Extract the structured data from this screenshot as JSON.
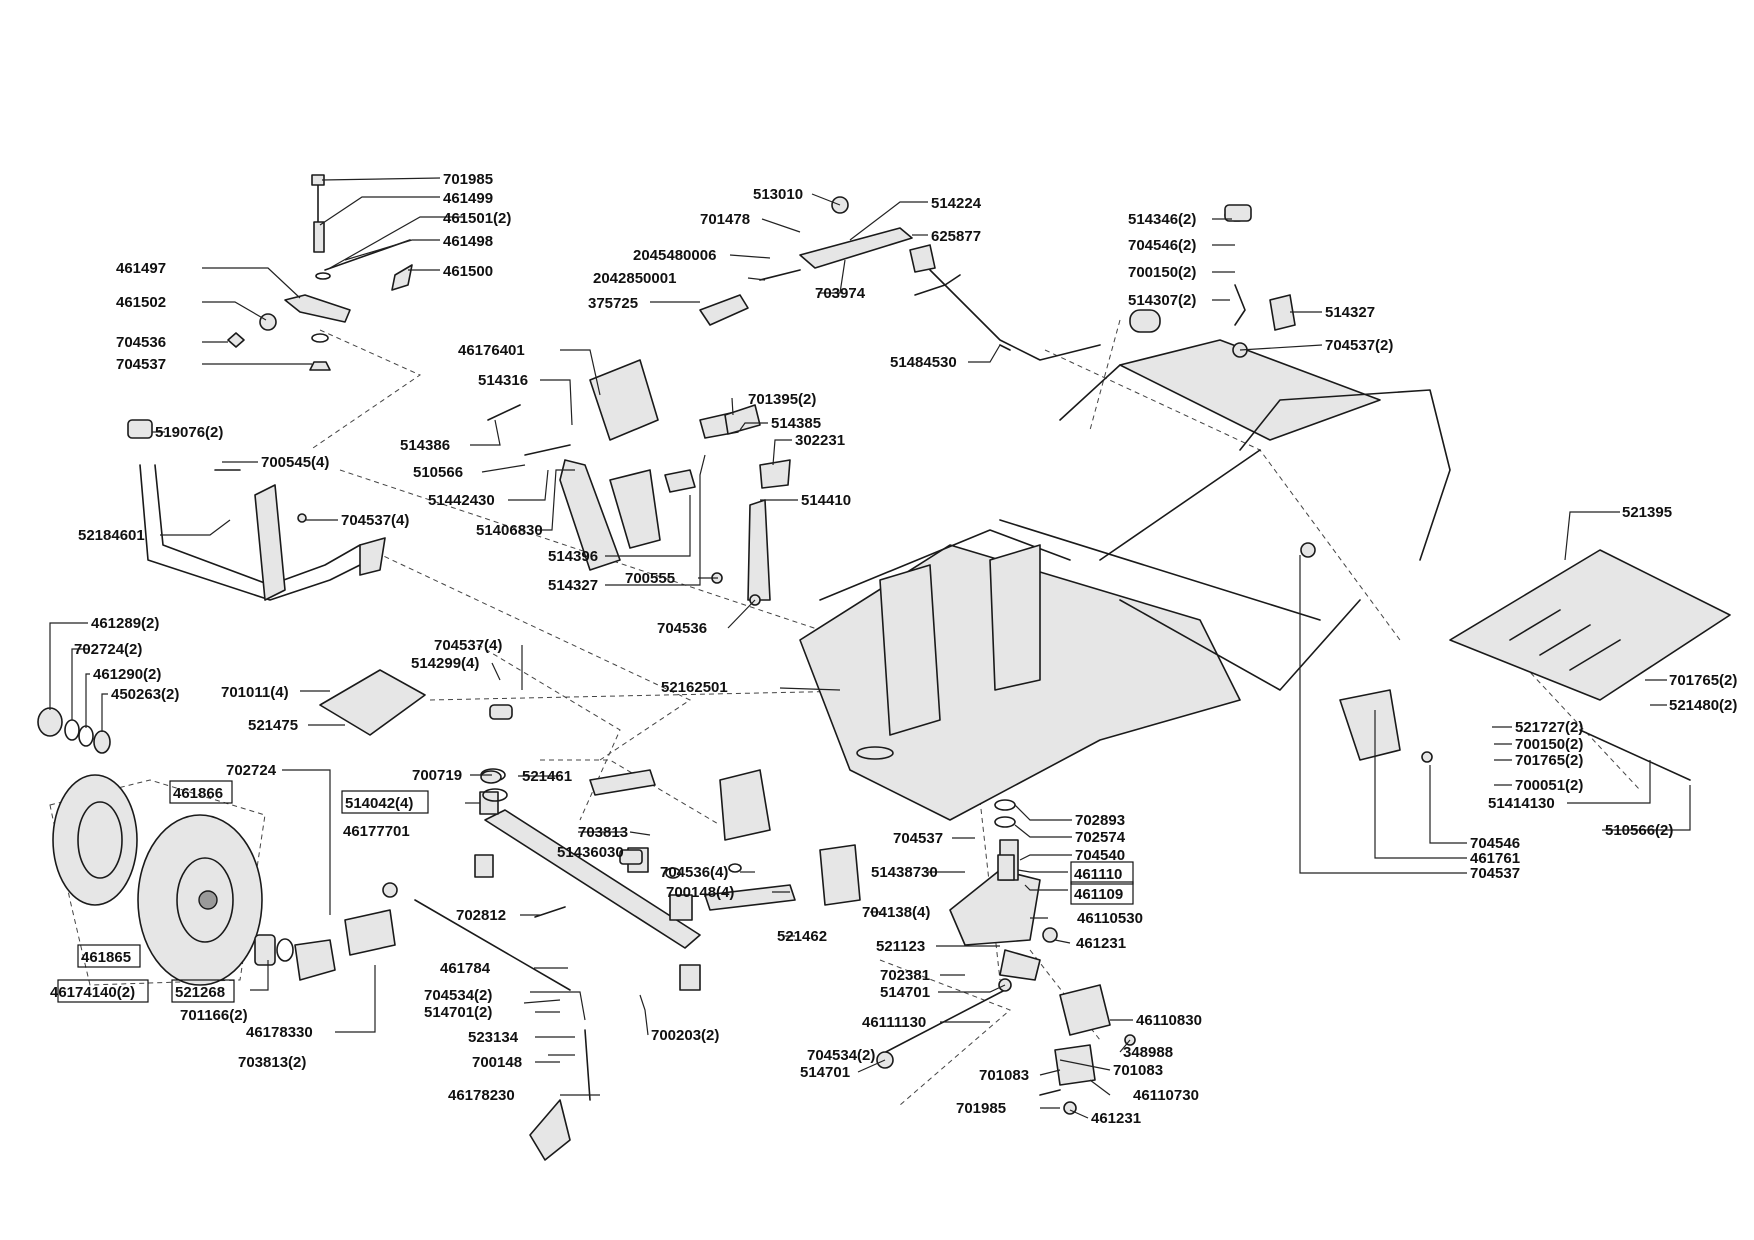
{
  "callouts": [
    {
      "id": "701985_a",
      "text": "701985"
    },
    {
      "id": "461499",
      "text": "461499"
    },
    {
      "id": "461501",
      "text": "461501(2)"
    },
    {
      "id": "461498",
      "text": "461498"
    },
    {
      "id": "461497",
      "text": "461497"
    },
    {
      "id": "461500",
      "text": "461500"
    },
    {
      "id": "461502",
      "text": "461502"
    },
    {
      "id": "704536_a",
      "text": "704536"
    },
    {
      "id": "704537_a",
      "text": "704537"
    },
    {
      "id": "513010",
      "text": "513010"
    },
    {
      "id": "514224",
      "text": "514224"
    },
    {
      "id": "701478",
      "text": "701478"
    },
    {
      "id": "625877",
      "text": "625877"
    },
    {
      "id": "2045480006",
      "text": "2045480006"
    },
    {
      "id": "2042850001",
      "text": "2042850001"
    },
    {
      "id": "703974",
      "text": "703974"
    },
    {
      "id": "375725",
      "text": "375725"
    },
    {
      "id": "51484530",
      "text": "51484530"
    },
    {
      "id": "514346",
      "text": "514346(2)"
    },
    {
      "id": "704546_a",
      "text": "704546(2)"
    },
    {
      "id": "700150_a",
      "text": "700150(2)"
    },
    {
      "id": "514307",
      "text": "514307(2)"
    },
    {
      "id": "514327_a",
      "text": "514327"
    },
    {
      "id": "704537_b",
      "text": "704537(2)"
    },
    {
      "id": "46176401",
      "text": "46176401"
    },
    {
      "id": "514316",
      "text": "514316"
    },
    {
      "id": "701395",
      "text": "701395(2)"
    },
    {
      "id": "514385",
      "text": "514385"
    },
    {
      "id": "514386",
      "text": "514386"
    },
    {
      "id": "302231",
      "text": "302231"
    },
    {
      "id": "510566_a",
      "text": "510566"
    },
    {
      "id": "51442430",
      "text": "51442430"
    },
    {
      "id": "514410",
      "text": "514410"
    },
    {
      "id": "51406830",
      "text": "51406830"
    },
    {
      "id": "514396",
      "text": "514396"
    },
    {
      "id": "514327_b",
      "text": "514327"
    },
    {
      "id": "700555",
      "text": "700555"
    },
    {
      "id": "704536_b",
      "text": "704536"
    },
    {
      "id": "519076",
      "text": "519076(2)"
    },
    {
      "id": "700545",
      "text": "700545(4)"
    },
    {
      "id": "704537_c",
      "text": "704537(4)"
    },
    {
      "id": "52184601",
      "text": "52184601"
    },
    {
      "id": "521395",
      "text": "521395"
    },
    {
      "id": "461289",
      "text": "461289(2)"
    },
    {
      "id": "702724_a",
      "text": "702724(2)"
    },
    {
      "id": "461290",
      "text": "461290(2)"
    },
    {
      "id": "450263",
      "text": "450263(2)"
    },
    {
      "id": "704537_d",
      "text": "704537(4)"
    },
    {
      "id": "514299",
      "text": "514299(4)"
    },
    {
      "id": "701011",
      "text": "701011(4)"
    },
    {
      "id": "52162501",
      "text": "52162501"
    },
    {
      "id": "521475",
      "text": "521475"
    },
    {
      "id": "701765_a",
      "text": "701765(2)"
    },
    {
      "id": "521480",
      "text": "521480(2)"
    },
    {
      "id": "521727",
      "text": "521727(2)"
    },
    {
      "id": "700150_b",
      "text": "700150(2)"
    },
    {
      "id": "701765_b",
      "text": "701765(2)"
    },
    {
      "id": "700051",
      "text": "700051(2)"
    },
    {
      "id": "51414130",
      "text": "51414130"
    },
    {
      "id": "510566_b",
      "text": "510566(2)"
    },
    {
      "id": "702724_b",
      "text": "702724"
    },
    {
      "id": "461866",
      "text": "461866"
    },
    {
      "id": "700719",
      "text": "700719"
    },
    {
      "id": "521461",
      "text": "521461"
    },
    {
      "id": "514042",
      "text": "514042(4)"
    },
    {
      "id": "46177701",
      "text": "46177701"
    },
    {
      "id": "703813_a",
      "text": "703813"
    },
    {
      "id": "51436030",
      "text": "51436030"
    },
    {
      "id": "704537_e",
      "text": "704537"
    },
    {
      "id": "702893",
      "text": "702893"
    },
    {
      "id": "702574",
      "text": "702574"
    },
    {
      "id": "704540",
      "text": "704540"
    },
    {
      "id": "704546_b",
      "text": "704546"
    },
    {
      "id": "461761",
      "text": "461761"
    },
    {
      "id": "704537_f",
      "text": "704537"
    },
    {
      "id": "704536_c",
      "text": "704536(4)"
    },
    {
      "id": "51438730",
      "text": "51438730"
    },
    {
      "id": "461110",
      "text": "461110"
    },
    {
      "id": "700148_a",
      "text": "700148(4)"
    },
    {
      "id": "461109",
      "text": "461109"
    },
    {
      "id": "702812",
      "text": "702812"
    },
    {
      "id": "704138",
      "text": "704138(4)"
    },
    {
      "id": "46110530",
      "text": "46110530"
    },
    {
      "id": "521462",
      "text": "521462"
    },
    {
      "id": "521123",
      "text": "521123"
    },
    {
      "id": "461231_a",
      "text": "461231"
    },
    {
      "id": "461865",
      "text": "461865"
    },
    {
      "id": "702381",
      "text": "702381"
    },
    {
      "id": "46174140",
      "text": "46174140(2)"
    },
    {
      "id": "521268",
      "text": "521268"
    },
    {
      "id": "461784",
      "text": "461784"
    },
    {
      "id": "514701_a",
      "text": "514701"
    },
    {
      "id": "701166",
      "text": "701166(2)"
    },
    {
      "id": "704534_a",
      "text": "704534(2)"
    },
    {
      "id": "46111130",
      "text": "46111130"
    },
    {
      "id": "46110830",
      "text": "46110830"
    },
    {
      "id": "514701_b",
      "text": "514701(2)"
    },
    {
      "id": "46178330",
      "text": "46178330"
    },
    {
      "id": "523134",
      "text": "523134"
    },
    {
      "id": "700203",
      "text": "700203(2)"
    },
    {
      "id": "704534_b",
      "text": "704534(2)"
    },
    {
      "id": "348988",
      "text": "348988"
    },
    {
      "id": "703813_b",
      "text": "703813(2)"
    },
    {
      "id": "700148_b",
      "text": "700148"
    },
    {
      "id": "514701_c",
      "text": "514701"
    },
    {
      "id": "701083_a",
      "text": "701083"
    },
    {
      "id": "701083_b",
      "text": "701083"
    },
    {
      "id": "46178230",
      "text": "46178230"
    },
    {
      "id": "46110730",
      "text": "46110730"
    },
    {
      "id": "701985_b",
      "text": "701985"
    },
    {
      "id": "461231_b",
      "text": "461231"
    }
  ]
}
